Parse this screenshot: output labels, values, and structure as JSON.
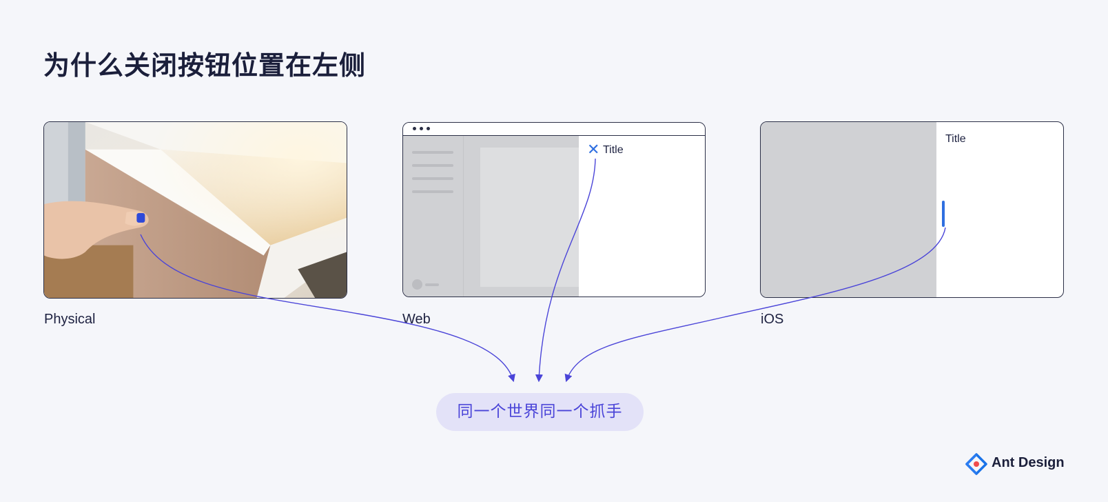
{
  "heading": "为什么关闭按钮位置在左侧",
  "panels": {
    "physical": {
      "caption": "Physical"
    },
    "web": {
      "caption": "Web",
      "drawer_title": "Title",
      "close_glyph": "✕"
    },
    "ios": {
      "caption": "iOS",
      "sheet_title": "Title"
    }
  },
  "summary": "同一个世界同一个抓手",
  "brand": {
    "name": "Ant Design"
  },
  "colors": {
    "background": "#f5f6fa",
    "accent": "#4a44d8",
    "pill_bg": "#e3e2f8",
    "icon_blue": "#2f6fe0",
    "mock_gray": "#d0d1d4"
  }
}
